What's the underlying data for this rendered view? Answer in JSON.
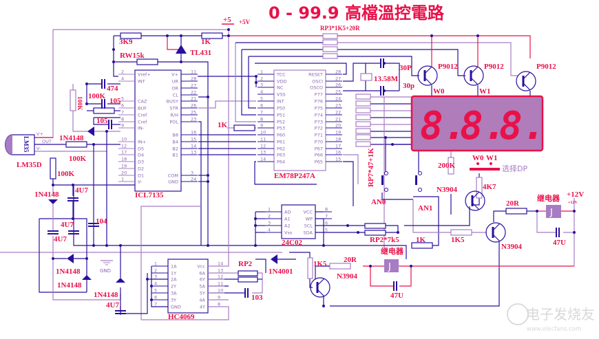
{
  "title": "0 - 99.9 高檔溫控電路",
  "supply": {
    "plus5": "+5",
    "plus5v": "+5V",
    "plus12v": "+12V",
    "plus12v_small": "+12V",
    "gnd": "GND"
  },
  "ics": {
    "icl7135": {
      "name": "ICL7135",
      "left_pins": [
        [
          "2",
          "Vref+"
        ],
        [
          "4",
          "INT"
        ],
        [
          "5",
          "CAZ"
        ],
        [
          "6",
          "BUF"
        ],
        [
          "7",
          "Cref"
        ],
        [
          "8",
          "Cref"
        ],
        [
          "9",
          "IN-"
        ],
        [
          "10",
          "IN+"
        ],
        [
          "12",
          "D5"
        ],
        [
          "17",
          "D4"
        ],
        [
          "18",
          "D3"
        ],
        [
          "19",
          "D2"
        ],
        [
          "20",
          "D1"
        ],
        [
          "1",
          "V-"
        ]
      ],
      "right_pins": [
        [
          "11",
          "V+"
        ],
        [
          "28",
          "UR"
        ],
        [
          "27",
          "OR"
        ],
        [
          "22",
          "CL"
        ],
        [
          "21",
          "BUSY"
        ],
        [
          "26",
          "STR"
        ],
        [
          "25",
          "R/H"
        ],
        [
          "23",
          "POL"
        ],
        [
          "16",
          "B8"
        ],
        [
          "15",
          "B4"
        ],
        [
          "14",
          "B2"
        ],
        [
          "13",
          "B1"
        ],
        [
          "3",
          "COM"
        ],
        [
          "24",
          "GND"
        ]
      ]
    },
    "em78p247a": {
      "name": "EM78P247A",
      "left_pins": [
        [
          "1",
          "TCC"
        ],
        [
          "2",
          "VDD"
        ],
        [
          "3",
          "NC"
        ],
        [
          "4",
          "VSS"
        ],
        [
          "5",
          "INT"
        ],
        [
          "6",
          "P50"
        ],
        [
          "7",
          "P51"
        ],
        [
          "8",
          "P52"
        ],
        [
          "9",
          "P53"
        ],
        [
          "10",
          "P60"
        ],
        [
          "11",
          "P61"
        ],
        [
          "12",
          "P62"
        ],
        [
          "13",
          "P63"
        ],
        [
          "14",
          "P64"
        ]
      ],
      "right_pins": [
        [
          "28",
          "RESET"
        ],
        [
          "27",
          "OSCI"
        ],
        [
          "26",
          "OSCO"
        ],
        [
          "25",
          "P77"
        ],
        [
          "24",
          "P76"
        ],
        [
          "23",
          "P75"
        ],
        [
          "22",
          "P74"
        ],
        [
          "21",
          "P73"
        ],
        [
          "20",
          "P72"
        ],
        [
          "19",
          "P71"
        ],
        [
          "18",
          "P70"
        ],
        [
          "17",
          "P67"
        ],
        [
          "16",
          "P66"
        ],
        [
          "15",
          "P65"
        ]
      ]
    },
    "c24c02": {
      "name": "24C02",
      "left_pins": [
        [
          "1",
          "AD"
        ],
        [
          "2",
          "A1"
        ],
        [
          "3",
          "A2"
        ],
        [
          "4",
          "Vss"
        ]
      ],
      "right_pins": [
        [
          "8",
          "VCC"
        ],
        [
          "7",
          "WP"
        ],
        [
          "6",
          "SCL"
        ],
        [
          "5",
          "SDA"
        ]
      ]
    },
    "hc4069": {
      "name": "HC4069",
      "left_pins": [
        [
          "1",
          "1A"
        ],
        [
          "2",
          "1Y"
        ],
        [
          "3",
          "2A"
        ],
        [
          "4",
          "2Y"
        ],
        [
          "5",
          "3A"
        ],
        [
          "6",
          "3Y"
        ],
        [
          "7",
          "GND"
        ]
      ],
      "right_pins": [
        [
          "14",
          "Vcc"
        ],
        [
          "13",
          "6A"
        ],
        [
          "12",
          "6Y"
        ],
        [
          "11",
          "5A"
        ],
        [
          "10",
          "5Y"
        ],
        [
          "9",
          "4A"
        ],
        [
          "8",
          "4Y"
        ]
      ]
    }
  },
  "labels": {
    "r3k9": "3K9",
    "r1k_top": "1K",
    "tl431": "TL431",
    "rw15k": "RW15k",
    "c474": "474",
    "r100k_a": "100K",
    "c105_a": "105",
    "r100k_v": "100K",
    "c105_b": "105",
    "d1n4148_a": "1N4148",
    "r100k_b": "100K",
    "lm35d": "LM35D",
    "lm35_body": "LM35",
    "lm35_vp": "V+",
    "lm35_out": "OUT",
    "lm35_vm": "V-",
    "r1k_mid": "1K",
    "r100k_c": "100K",
    "d1n4148_b": "1N4148",
    "c4u7_a": "4U7",
    "c4u7_b": "4U7",
    "c4u7_c": "4U7",
    "c104": "104",
    "d1n4148_c": "1N4148",
    "d1n4148_d": "1N4148",
    "d1n4148_e": "1N4148",
    "c4u7_d": "4U7",
    "rp2": "RP2",
    "c103": "103",
    "d1n4001": "1N4001",
    "rp3": "RP3*1K5+20R",
    "x1358": "13.58M",
    "c30p_a": "30P",
    "c30p_b": "30p",
    "p9012_a": "P9012",
    "p9012_b": "P9012",
    "p9012_c": "P9012",
    "w0": "W0",
    "w1": "W1",
    "w0_sel": "W0",
    "w1_sel": "W1",
    "select_dp": "选择DP",
    "rp7": "RP7*47+1K",
    "r200k": "200K",
    "an0": "AN0",
    "an1": "AN1",
    "n3904_a": "N3904",
    "r4k7": "4K7",
    "r20r_a": "20R",
    "relay_a": "继电器",
    "c47u_a": "47U",
    "n3904_b": "N3904",
    "r1k_bot": "1K",
    "r1k5_a": "1K5",
    "rp2_7k5": "RP2*7k5",
    "r1k5_b": "1K5",
    "r20r_b": "20R",
    "n3904_c": "N3904",
    "relay_b": "继电器",
    "c47u_b": "47U",
    "relay_glyph": "J"
  },
  "display": {
    "digits": [
      "8.",
      "8.",
      "8."
    ],
    "color": "#e8114a",
    "face": "#b07cba"
  },
  "colors": {
    "wire_blue": "#2a0f9c",
    "wire_purple": "#a77cc4",
    "wire_red": "#e8114a",
    "label_red": "#e8114a"
  },
  "watermark": {
    "name": "电子发烧友",
    "url": "www.elecfans.com"
  }
}
